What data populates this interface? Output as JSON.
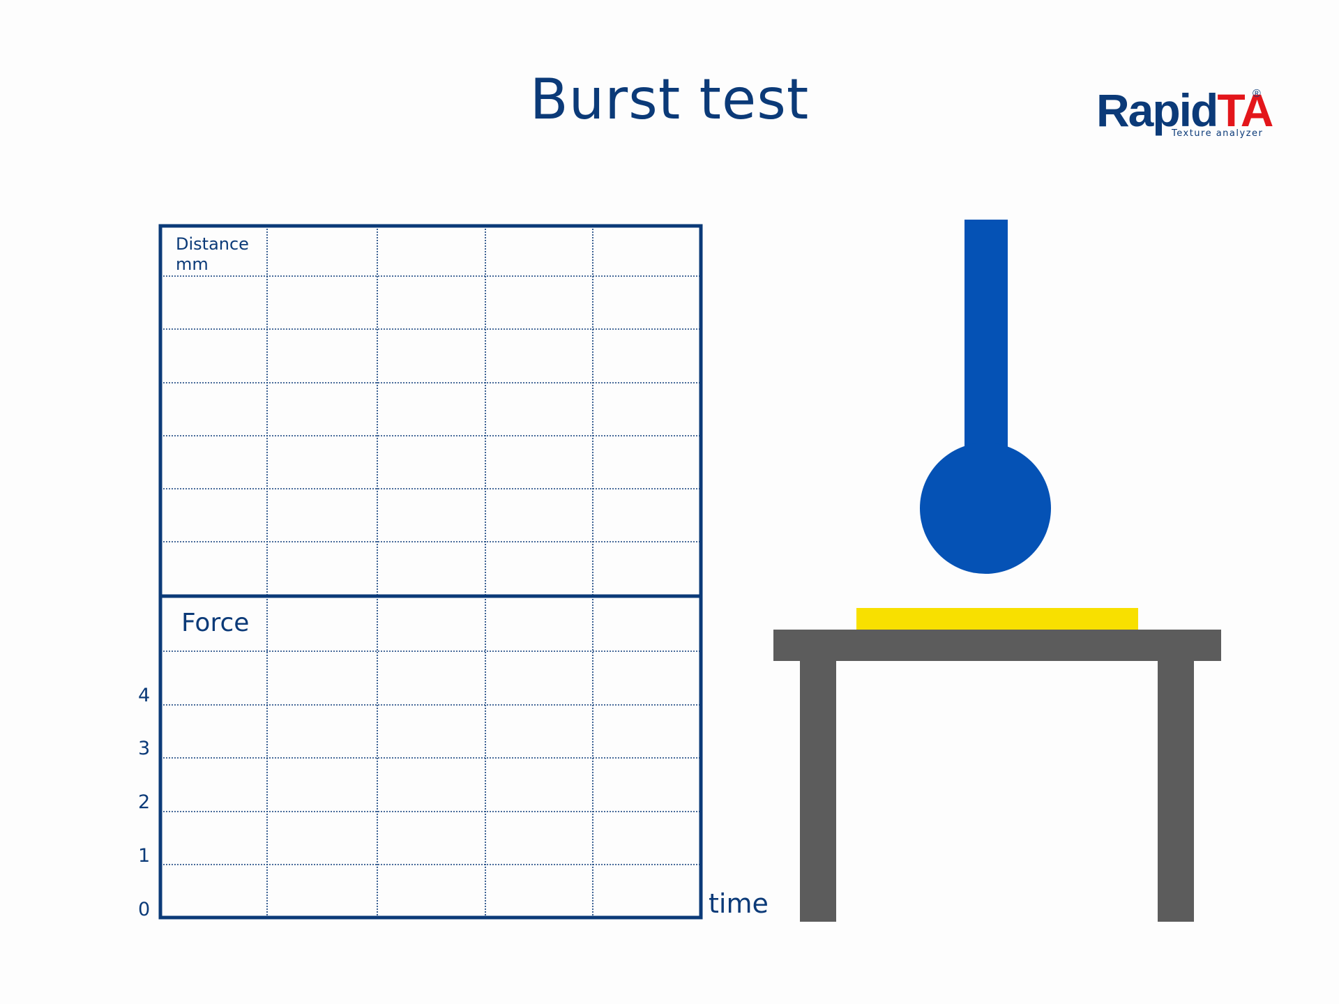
{
  "title": "Burst test",
  "logo": {
    "main": "Rapid",
    "accent": "TA",
    "registered": "®",
    "subtitle": "Texture analyzer"
  },
  "chart": {
    "distance_label_line1": "Distance",
    "distance_label_line2": "mm",
    "force_label": "Force",
    "time_label": "time",
    "force_ticks": [
      "4",
      "3",
      "2",
      "1",
      "0"
    ]
  },
  "colors": {
    "frame": "#0b3a78",
    "probe": "#0552b5",
    "sample": "#f8e000",
    "table": "#5c5c5c",
    "logo_accent": "#e3161b"
  },
  "icons": {
    "probe": "ball-probe",
    "sample": "sample-slab",
    "table": "table-stand"
  }
}
